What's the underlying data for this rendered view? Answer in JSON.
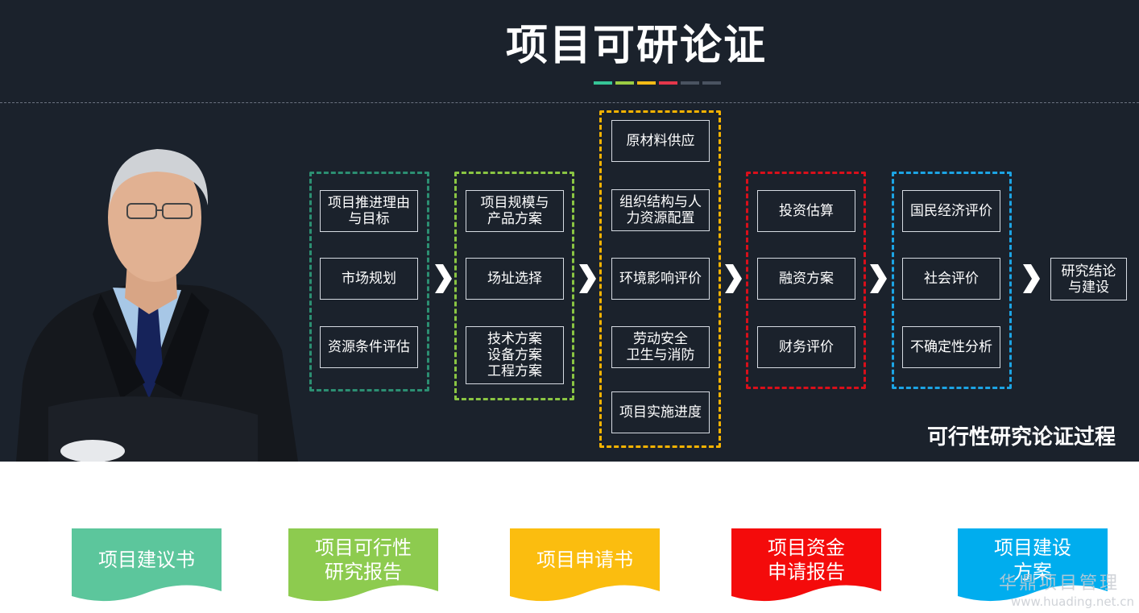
{
  "title": "项目可研论证",
  "accent_colors": [
    "#36c596",
    "#9bcc43",
    "#f4bb16",
    "#e4374b",
    "#4a5361",
    "#4a5361"
  ],
  "process_caption": "可行性研究论证过程",
  "groups": [
    {
      "color": "#2c8f72",
      "items": [
        "项目推进理由\n与目标",
        "市场规划",
        "资源条件评估"
      ]
    },
    {
      "color": "#8ac543",
      "items": [
        "项目规模与\n产品方案",
        "场址选择",
        "技术方案\n设备方案\n工程方案"
      ]
    },
    {
      "color": "#f5b200",
      "items": [
        "原材料供应",
        "组织结构与人\n力资源配置",
        "环境影响评价",
        "劳动安全\n卫生与消防",
        "项目实施进度"
      ]
    },
    {
      "color": "#d90f1a",
      "items": [
        "投资估算",
        "融资方案",
        "财务评价"
      ]
    },
    {
      "color": "#1ca4e4",
      "items": [
        "国民经济评价",
        "社会评价",
        "不确定性分析"
      ]
    }
  ],
  "final_box": "研究结论\n与建设",
  "arrow_icon": "chevron-right",
  "documents": [
    {
      "label": "项目建议书",
      "color": "#5cc69c"
    },
    {
      "label": "项目可行性\n研究报告",
      "color": "#8dcb4f"
    },
    {
      "label": "项目申请书",
      "color": "#fbbd0f"
    },
    {
      "label": "项目资金\n申请报告",
      "color": "#f40b0b"
    },
    {
      "label": "项目建设\n方案",
      "color": "#00adee"
    }
  ],
  "watermark": {
    "name": "华鼎项目管理",
    "url": "www.huading.net.cn"
  }
}
